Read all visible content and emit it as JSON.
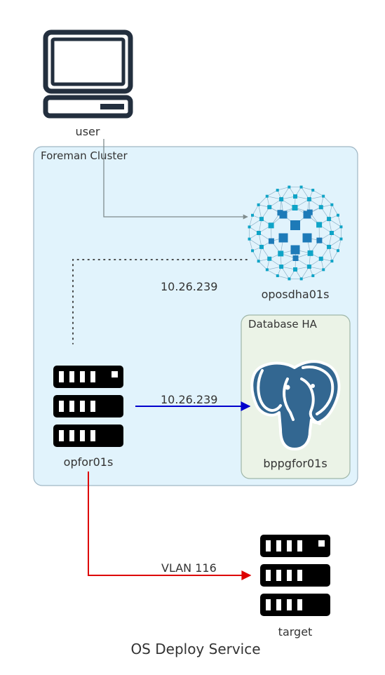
{
  "diagram": {
    "title": "OS Deploy Service",
    "clusters": {
      "foreman": "Foreman Cluster",
      "database": "Database HA"
    },
    "nodes": {
      "user": {
        "label": "user",
        "icon": "computer-icon"
      },
      "haproxy": {
        "label": "oposdha01s",
        "icon": "ha-mesh-icon"
      },
      "foreman": {
        "label": "opfor01s",
        "icon": "server-rack-icon"
      },
      "db": {
        "label": "bppgfor01s",
        "icon": "postgresql-elephant-icon"
      },
      "target": {
        "label": "target",
        "icon": "server-rack-icon"
      }
    },
    "edges": {
      "ha_to_foreman": {
        "label": "10.26.239"
      },
      "foreman_to_db": {
        "label": "10.26.239"
      },
      "foreman_to_target": {
        "label": "VLAN 116"
      }
    },
    "colors": {
      "foreman_cluster_fill": "#e1f3fc",
      "foreman_cluster_stroke": "#9fb6c4",
      "database_cluster_fill": "#ebf3e7",
      "database_cluster_stroke": "#9fb6a8",
      "user_edge": "#7f8c8d",
      "dotted_edge": "#333333",
      "db_edge": "#0000cc",
      "target_edge": "#dd0000",
      "mesh_blue": "#1d7ab8",
      "mesh_cyan": "#0fa4c7",
      "postgres_blue": "#336791",
      "server_black": "#000000"
    }
  }
}
